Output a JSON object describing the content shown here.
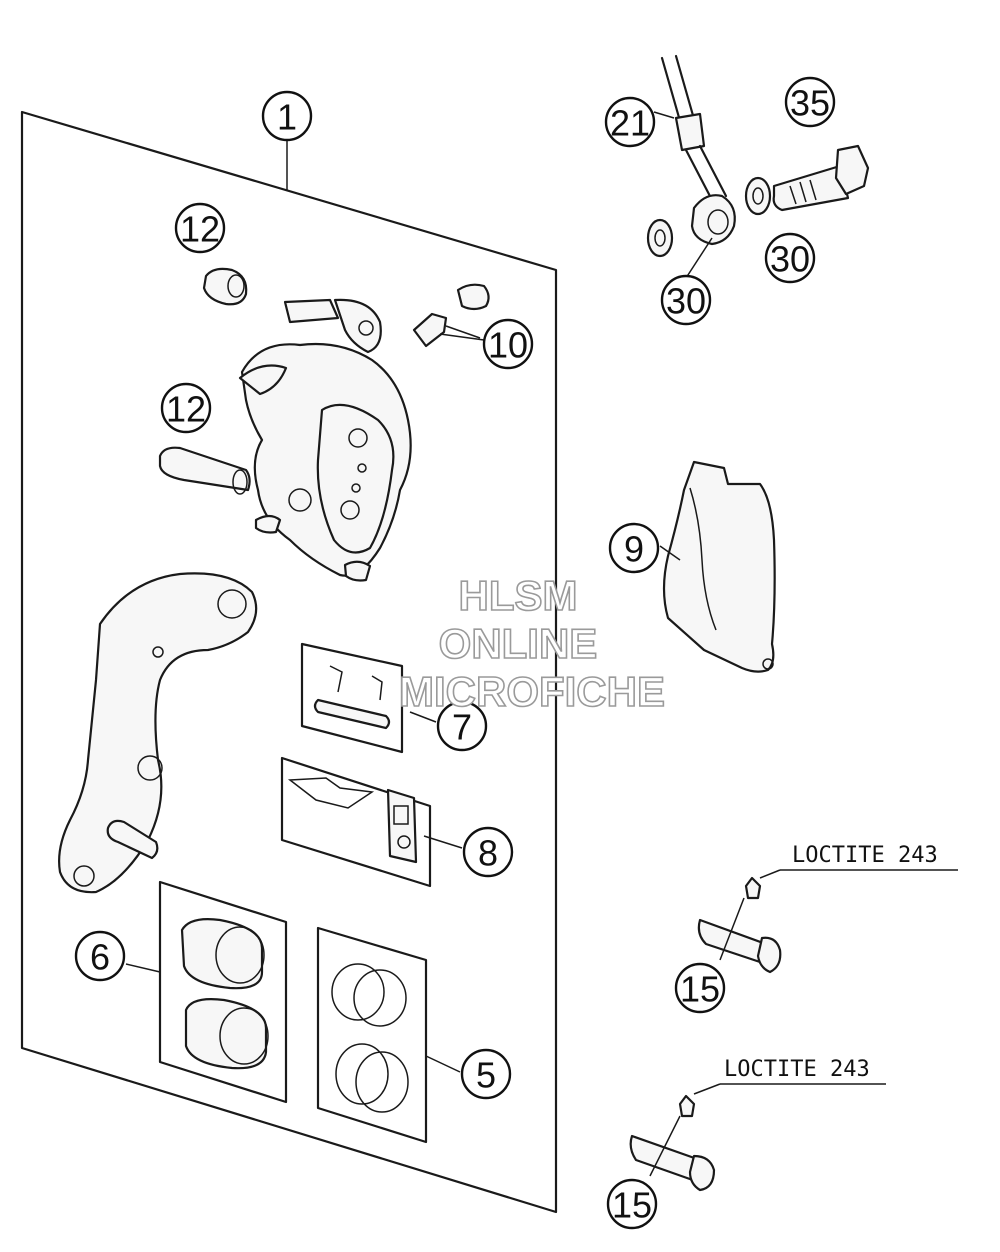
{
  "callouts": {
    "c1": "1",
    "c12a": "12",
    "c12b": "12",
    "c10": "10",
    "c21": "21",
    "c35": "35",
    "c30a": "30",
    "c30b": "30",
    "c9": "9",
    "c7": "7",
    "c8": "8",
    "c6": "6",
    "c5": "5",
    "c15a": "15",
    "c15b": "15"
  },
  "loctite": {
    "upper": "LOCTITE 243",
    "lower": "LOCTITE 243"
  },
  "watermark": {
    "line1": "HLSM",
    "line2": "ONLINE",
    "line3": "MICROFICHE"
  }
}
